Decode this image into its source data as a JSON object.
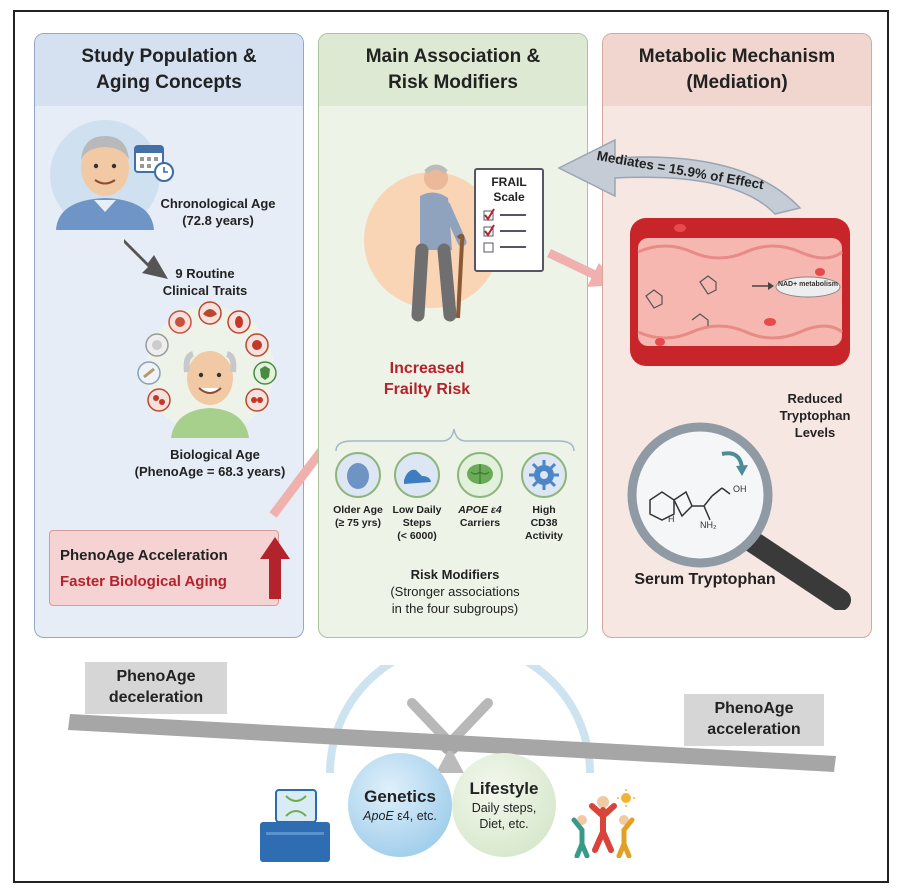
{
  "panel1": {
    "title_line1": "Study Population &",
    "title_line2": "Aging Concepts",
    "chronological_label": "Chronological Age",
    "chronological_value": "(72.8 years)",
    "traits_line1": "9 Routine",
    "traits_line2": "Clinical Traits",
    "biological_label": "Biological  Age",
    "biological_value": "(PhenoAge = 68.3 years)",
    "accel_title": "PhenoAge Acceleration",
    "accel_subtitle": "Faster Biological Aging"
  },
  "panel2": {
    "title_line1": "Main Association &",
    "title_line2": "Risk Modifiers",
    "frail_line1": "FRAIL",
    "frail_line2": "Scale",
    "risk_line1": "Increased",
    "risk_line2": "Frailty Risk",
    "modifiers": [
      {
        "line1": "Older Age",
        "line2": "(≥ 75 yrs)",
        "line3": "",
        "icon": "head-icon"
      },
      {
        "line1": "Low Daily",
        "line2": "Steps",
        "line3": "(< 6000)",
        "icon": "shoe-icon"
      },
      {
        "line1": "APOE ε4",
        "line2": "Carriers",
        "line3": "",
        "icon": "brain-icon"
      },
      {
        "line1": "High",
        "line2": "CD38",
        "line3": "Activity",
        "icon": "gear-icon"
      }
    ],
    "modifiers_title": "Risk Modifiers",
    "modifiers_sub1": "(Stronger associations",
    "modifiers_sub2": "in the four subgroups)"
  },
  "panel3": {
    "title_line1": "Metabolic Mechanism",
    "title_line2": "(Mediation)",
    "mediates_text": "Mediates = 15.9% of Effect",
    "nad_label": "NAD+ metabolism",
    "reduced_line1": "Reduced",
    "reduced_line2": "Tryptophan",
    "reduced_line3": "Levels",
    "serum_label": "Serum Tryptophan",
    "nh2_label": "NH₂",
    "oh_label": "OH",
    "h_label": "H"
  },
  "bottom": {
    "left_label_line1": "PhenoAge",
    "left_label_line2": "deceleration",
    "right_label_line1": "PhenoAge",
    "right_label_line2": "acceleration",
    "genetics_title": "Genetics",
    "genetics_italic": "ApoE",
    "genetics_rest": " ε4, etc.",
    "lifestyle_title": "Lifestyle",
    "lifestyle_line1": "Daily steps,",
    "lifestyle_line2": "Diet, etc."
  },
  "colors": {
    "accent_red": "#b3232b",
    "panel1_bg": "#e7edf6",
    "panel2_bg": "#eef3e8",
    "panel3_bg": "#f6e7e3"
  }
}
